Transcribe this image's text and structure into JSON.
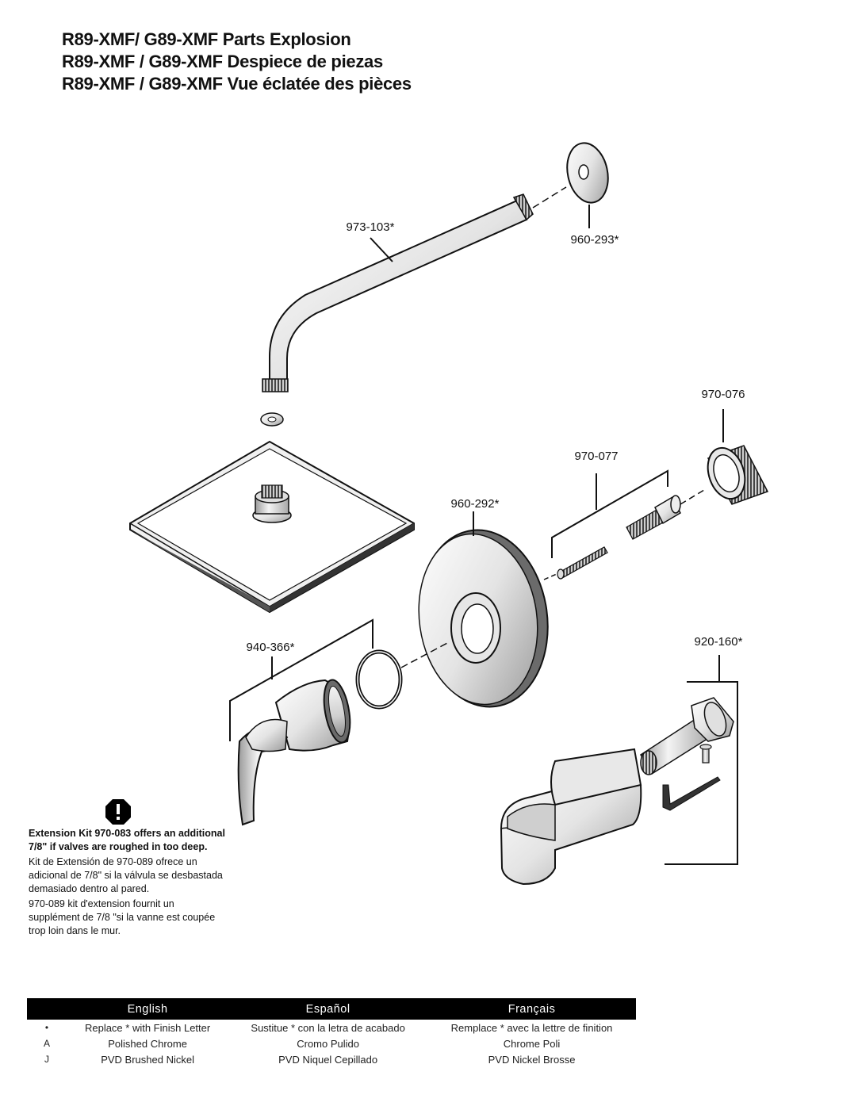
{
  "title": {
    "lines": [
      "R89-XMF/ G89-XMF Parts Explosion",
      "R89-XMF / G89-XMF Despiece de piezas",
      "R89-XMF / G89-XMF Vue éclatée des pièces"
    ]
  },
  "parts": [
    {
      "label": "973-103*"
    },
    {
      "label": "960-293*"
    },
    {
      "label": "970-076"
    },
    {
      "label": "970-077"
    },
    {
      "label": "960-292*"
    },
    {
      "label": "940-366*"
    },
    {
      "label": "920-160*"
    }
  ],
  "note": {
    "icon": "exclamation-octagon-icon",
    "english": "Extension Kit 970-083 offers an additional 7/8\" if valves are roughed in too deep.",
    "spanish": "Kit de Extensión de 970-089 ofrece un adicional de 7/8\" si la válvula se desbastada demasiado dentro al pared.",
    "french": "970-089 kit d'extension fournit un supplément de 7/8 \"si la vanne est coupée trop loin dans le mur."
  },
  "finish_table": {
    "headers": [
      "",
      "English",
      "Español",
      "Français"
    ],
    "rows": [
      {
        "code": "•",
        "english": "Replace * with Finish Letter",
        "spanish": "Sustitue * con la letra de acabado",
        "french": "Remplace * avec la lettre de finition"
      },
      {
        "code": "A",
        "english": "Polished Chrome",
        "spanish": "Cromo Pulido",
        "french": "Chrome Poli"
      },
      {
        "code": "J",
        "english": "PVD Brushed Nickel",
        "spanish": "PVD Niquel Cepillado",
        "french": "PVD Nickel Brosse"
      }
    ]
  }
}
